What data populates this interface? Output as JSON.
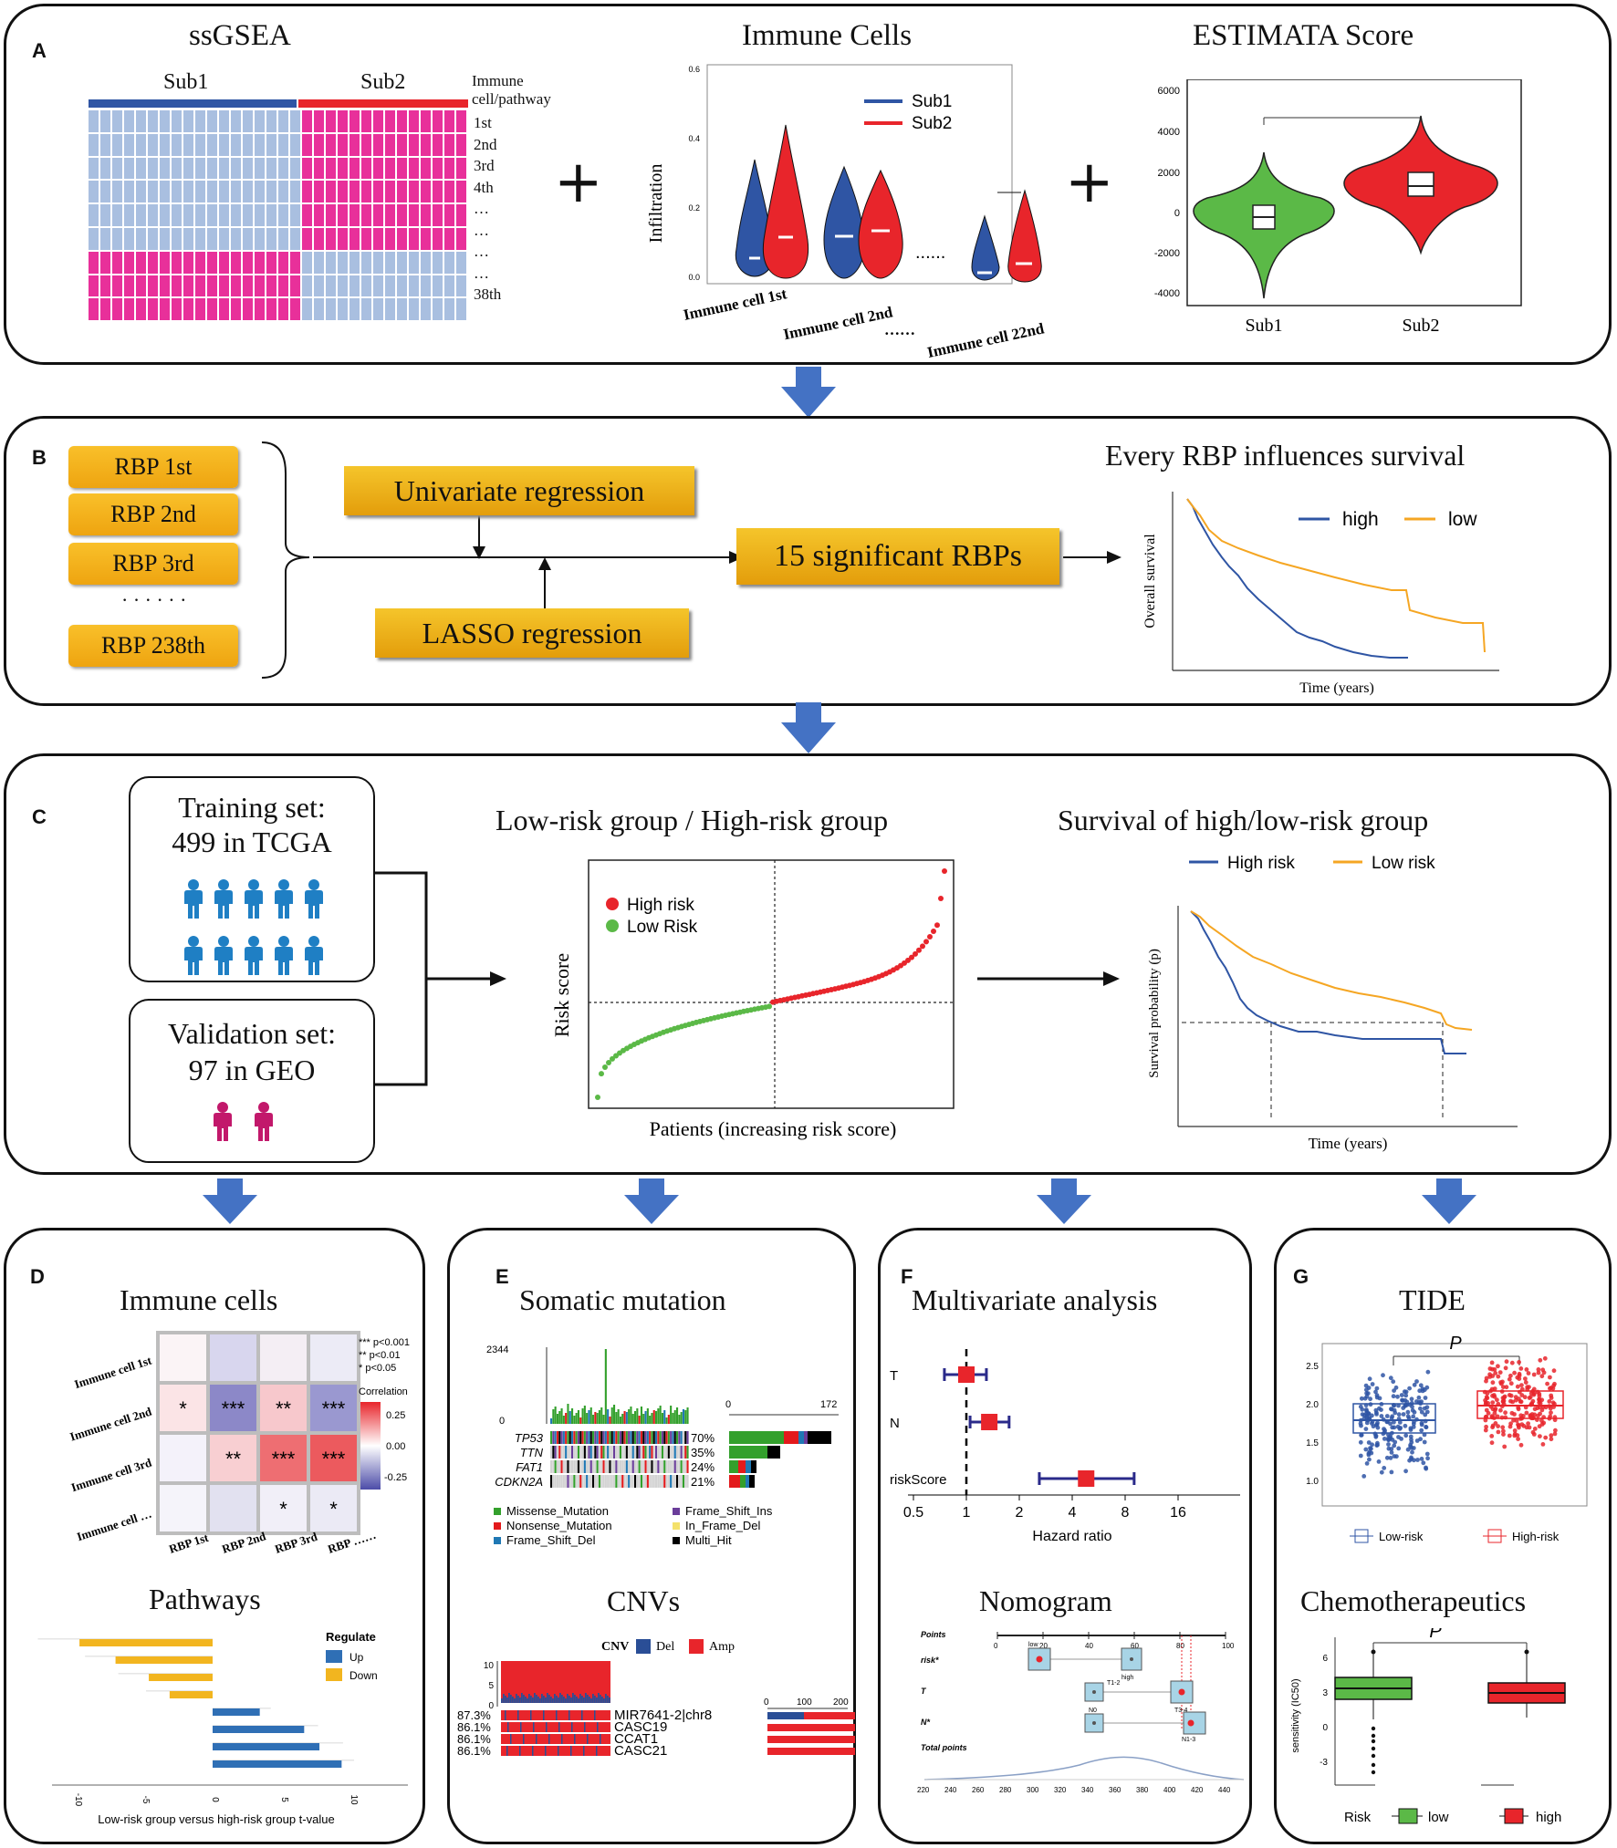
{
  "panel_a": {
    "label": "A",
    "ssgsea": {
      "title": "ssGSEA",
      "sub1": "Sub1",
      "sub2": "Sub2",
      "row_header": [
        "Immune",
        "cell/pathway"
      ],
      "rows": [
        "1st",
        "2nd",
        "3rd",
        "4th",
        "…",
        "…",
        "…",
        "…",
        "38th"
      ]
    },
    "plus": "+",
    "immune_cells": {
      "title": "Immune Cells",
      "ylabel": "Infiltration",
      "yticks": [
        "0.0",
        "0.2",
        "0.4",
        "0.6"
      ],
      "legend": [
        "Sub1",
        "Sub2"
      ],
      "xlabels": [
        "Immune cell 1st",
        "Immune cell 2nd",
        "……",
        "Immune cell 22nd"
      ],
      "dots": "......"
    },
    "estimate": {
      "title": "ESTIMATA Score",
      "yticks": [
        "6000",
        "4000",
        "2000",
        "0",
        "-2000",
        "-4000"
      ],
      "xlabels": [
        "Sub1",
        "Sub2"
      ]
    }
  },
  "panel_b": {
    "label": "B",
    "rbps": [
      "RBP  1st",
      "RBP 2nd",
      "RBP 3rd",
      "· · · · · ·",
      "RBP 238th"
    ],
    "univariate": "Univariate regression",
    "lasso": "LASSO regression",
    "significant": "15 significant RBPs",
    "km": {
      "title": "Every RBP influences survival",
      "legend": [
        "high",
        "low"
      ],
      "ylabel": "Overall survival",
      "xlabel": "Time (years)"
    }
  },
  "panel_c": {
    "label": "C",
    "training": [
      "Training set:",
      "499 in TCGA"
    ],
    "validation": [
      "Validation set:",
      "97 in GEO"
    ],
    "risk_title": "Low-risk group / High-risk group",
    "risk_legend": [
      "High risk",
      "Low Risk"
    ],
    "risk_ylabel": "Risk score",
    "risk_xlabel": "Patients (increasing risk score)",
    "surv_title": "Survival of high/low-risk group",
    "surv_legend": [
      "High risk",
      "Low risk"
    ],
    "surv_ylabel": "Survival probability (p)",
    "surv_xlabel": "Time (years)"
  },
  "panel_d": {
    "label": "D",
    "title": "Immune cells",
    "ylabels": [
      "Immune cell 1st",
      "Immune cell 2nd",
      "Immune cell 3rd",
      "Immune cell …"
    ],
    "xlabels": [
      "RBP 1st",
      "RBP 2nd",
      "RBP 3rd",
      "RBP ……"
    ],
    "cells": [
      "",
      "",
      "",
      "",
      "*",
      "***",
      "**",
      "***",
      "",
      "**",
      "***",
      "***",
      "",
      "",
      "*",
      "*"
    ],
    "sig_legend": [
      "*** p<0.001",
      "** p<0.01",
      "* p<0.05"
    ],
    "corr_title": "Correlation",
    "corr_ticks": [
      "0.25",
      "0.00",
      "-0.25"
    ],
    "pathways_title": "Pathways",
    "regulate_title": "Regulate",
    "regulate": [
      "Up",
      "Down"
    ],
    "xticks": [
      "-10",
      "-5",
      "0",
      "5",
      "10"
    ],
    "xlabel": "Low-risk group versus high-risk group t-value"
  },
  "panel_e": {
    "label": "E",
    "title": "Somatic mutation",
    "top_ticks": [
      "2344",
      "0"
    ],
    "bar_ticks": [
      "0",
      "172"
    ],
    "genes": [
      "TP53",
      "TTN",
      "FAT1",
      "CDKN2A"
    ],
    "pcts": [
      "70%",
      "35%",
      "24%",
      "21%"
    ],
    "legend": [
      "Missense_Mutation",
      "Frame_Shift_Ins",
      "Nonsense_Mutation",
      "In_Frame_Del",
      "Frame_Shift_Del",
      "Multi_Hit"
    ],
    "cnv_title": "CNVs",
    "cnv_legend_title": "CNV",
    "cnv_legend": [
      "Del",
      "Amp"
    ],
    "cnv_yticks": [
      "10",
      "5",
      "0"
    ],
    "cnv_pcts": [
      "87.3%",
      "86.1%",
      "86.1%",
      "86.1%"
    ],
    "cnv_genes": [
      "MIR7641-2|chr8",
      "CASC19",
      "CCAT1",
      "CASC21"
    ],
    "cnv_bar_ticks": [
      "0",
      "100",
      "200"
    ]
  },
  "panel_f": {
    "label": "F",
    "title": "Multivariate analysis",
    "vars": [
      "T",
      "N",
      "riskScore"
    ],
    "xticks": [
      "0.5",
      "1",
      "2",
      "4",
      "8",
      "16"
    ],
    "xlabel": "Hazard ratio",
    "hr": [
      1.0,
      1.35,
      4.8
    ],
    "ci": [
      [
        0.75,
        1.3
      ],
      [
        1.05,
        1.75
      ],
      [
        2.6,
        9.0
      ]
    ],
    "nomo_title": "Nomogram",
    "nomo_rows": [
      "Points",
      "risk*",
      "T",
      "N*",
      "Total points"
    ],
    "points_ticks": [
      "0",
      "20",
      "40",
      "60",
      "80",
      "100"
    ],
    "total_ticks": [
      "220",
      "240",
      "260",
      "280",
      "300",
      "320",
      "340",
      "360",
      "380",
      "400",
      "420",
      "440"
    ],
    "risk_labels": [
      "low",
      "high"
    ],
    "t_labels": [
      "T1-2",
      "T3-4"
    ],
    "n_labels": [
      "N0",
      "N1-3"
    ]
  },
  "panel_g": {
    "label": "G",
    "tide_title": "TIDE",
    "p": "P",
    "tide_yticks": [
      "2.5",
      "2.0",
      "1.5",
      "1.0"
    ],
    "tide_legend": [
      "Low-risk",
      "High-risk"
    ],
    "chemo_title": "Chemotherapeutics",
    "chemo_ylabel": "sensitivity (IC50)",
    "chemo_yticks": [
      "6",
      "3",
      "0",
      "-3"
    ],
    "risk_label": "Risk",
    "chemo_legend": [
      "low",
      "high"
    ]
  },
  "colors": {
    "blue": "#2f55a4",
    "red": "#e8252b",
    "pink": "#e8309a",
    "lightblue": "#a9bfe0",
    "green": "#5bb947",
    "orange": "#f5a623",
    "arrow": "#4472c4",
    "gold": "#f2b51f"
  }
}
